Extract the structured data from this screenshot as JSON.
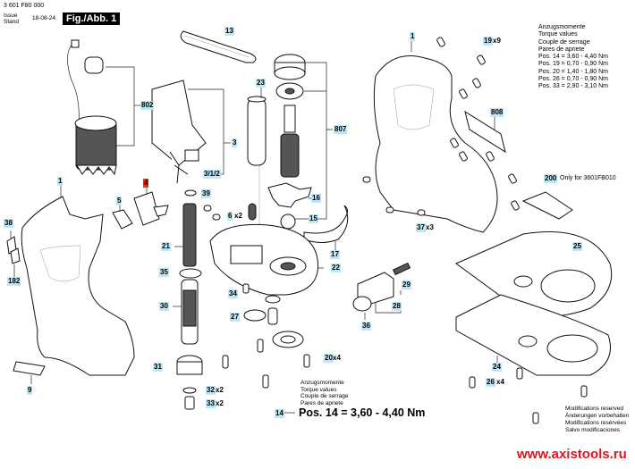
{
  "header": {
    "part_number": "3 601 F80 000",
    "issue_label": "Issue",
    "stand_label": "Stand",
    "date": "18-08-24",
    "figure_label": "Fig./Abb. 1"
  },
  "torque_table": {
    "lines": [
      "Anzugsmomente",
      "Torque values",
      "Couple de serrage",
      "Pares de apriete"
    ],
    "values": [
      "Pos. 14 = 3,60 - 4,40 Nm",
      "Pos. 19 = 0,70 - 0,90 Nm",
      "Pos. 20 = 1,40 - 1,80 Nm",
      "Pos. 26 = 0,70 - 0,90 Nm",
      "Pos. 33 = 2,90 - 3,10 Nm"
    ]
  },
  "torque_callout": {
    "lines": [
      "Anzugsmomente",
      "Torque values",
      "Couple de serrage",
      "Pares de apriete"
    ],
    "value": "Pos. 14 = 3,60 - 4,40 Nm"
  },
  "parts": [
    {
      "id": "13"
    },
    {
      "id": "23"
    },
    {
      "id": "802"
    },
    {
      "id": "3"
    },
    {
      "id": "3/1/2"
    },
    {
      "id": "807"
    },
    {
      "id": "1",
      "label": "1"
    },
    {
      "id": "4"
    },
    {
      "id": "39"
    },
    {
      "id": "6",
      "qty": "x2"
    },
    {
      "id": "5"
    },
    {
      "id": "16"
    },
    {
      "id": "15"
    },
    {
      "id": "38"
    },
    {
      "id": "21"
    },
    {
      "id": "182"
    },
    {
      "id": "17"
    },
    {
      "id": "22"
    },
    {
      "id": "35"
    },
    {
      "id": "34"
    },
    {
      "id": "30"
    },
    {
      "id": "27"
    },
    {
      "id": "29"
    },
    {
      "id": "28"
    },
    {
      "id": "36"
    },
    {
      "id": "31"
    },
    {
      "id": "20",
      "qty": "x4"
    },
    {
      "id": "9"
    },
    {
      "id": "32",
      "qty": "x2"
    },
    {
      "id": "33",
      "qty": "x2"
    },
    {
      "id": "14"
    },
    {
      "id": "19",
      "qty": "x9"
    },
    {
      "id": "808"
    },
    {
      "id": "200"
    },
    {
      "id": "37",
      "qty": "x3"
    },
    {
      "id": "25"
    },
    {
      "id": "24"
    },
    {
      "id": "26",
      "qty": "x4"
    }
  ],
  "notes": {
    "part_200": "Only for 3601FB010"
  },
  "modifications": [
    "Modifications reserved",
    "Änderungen vorbehalten",
    "Modifications resérvées",
    "Salvo modificaciones"
  ],
  "watermark": "www.axistools.ru",
  "colors": {
    "tag_bg": "#bfe6f5",
    "tag_highlight": "#d9361e",
    "watermark": "#e0141c"
  }
}
